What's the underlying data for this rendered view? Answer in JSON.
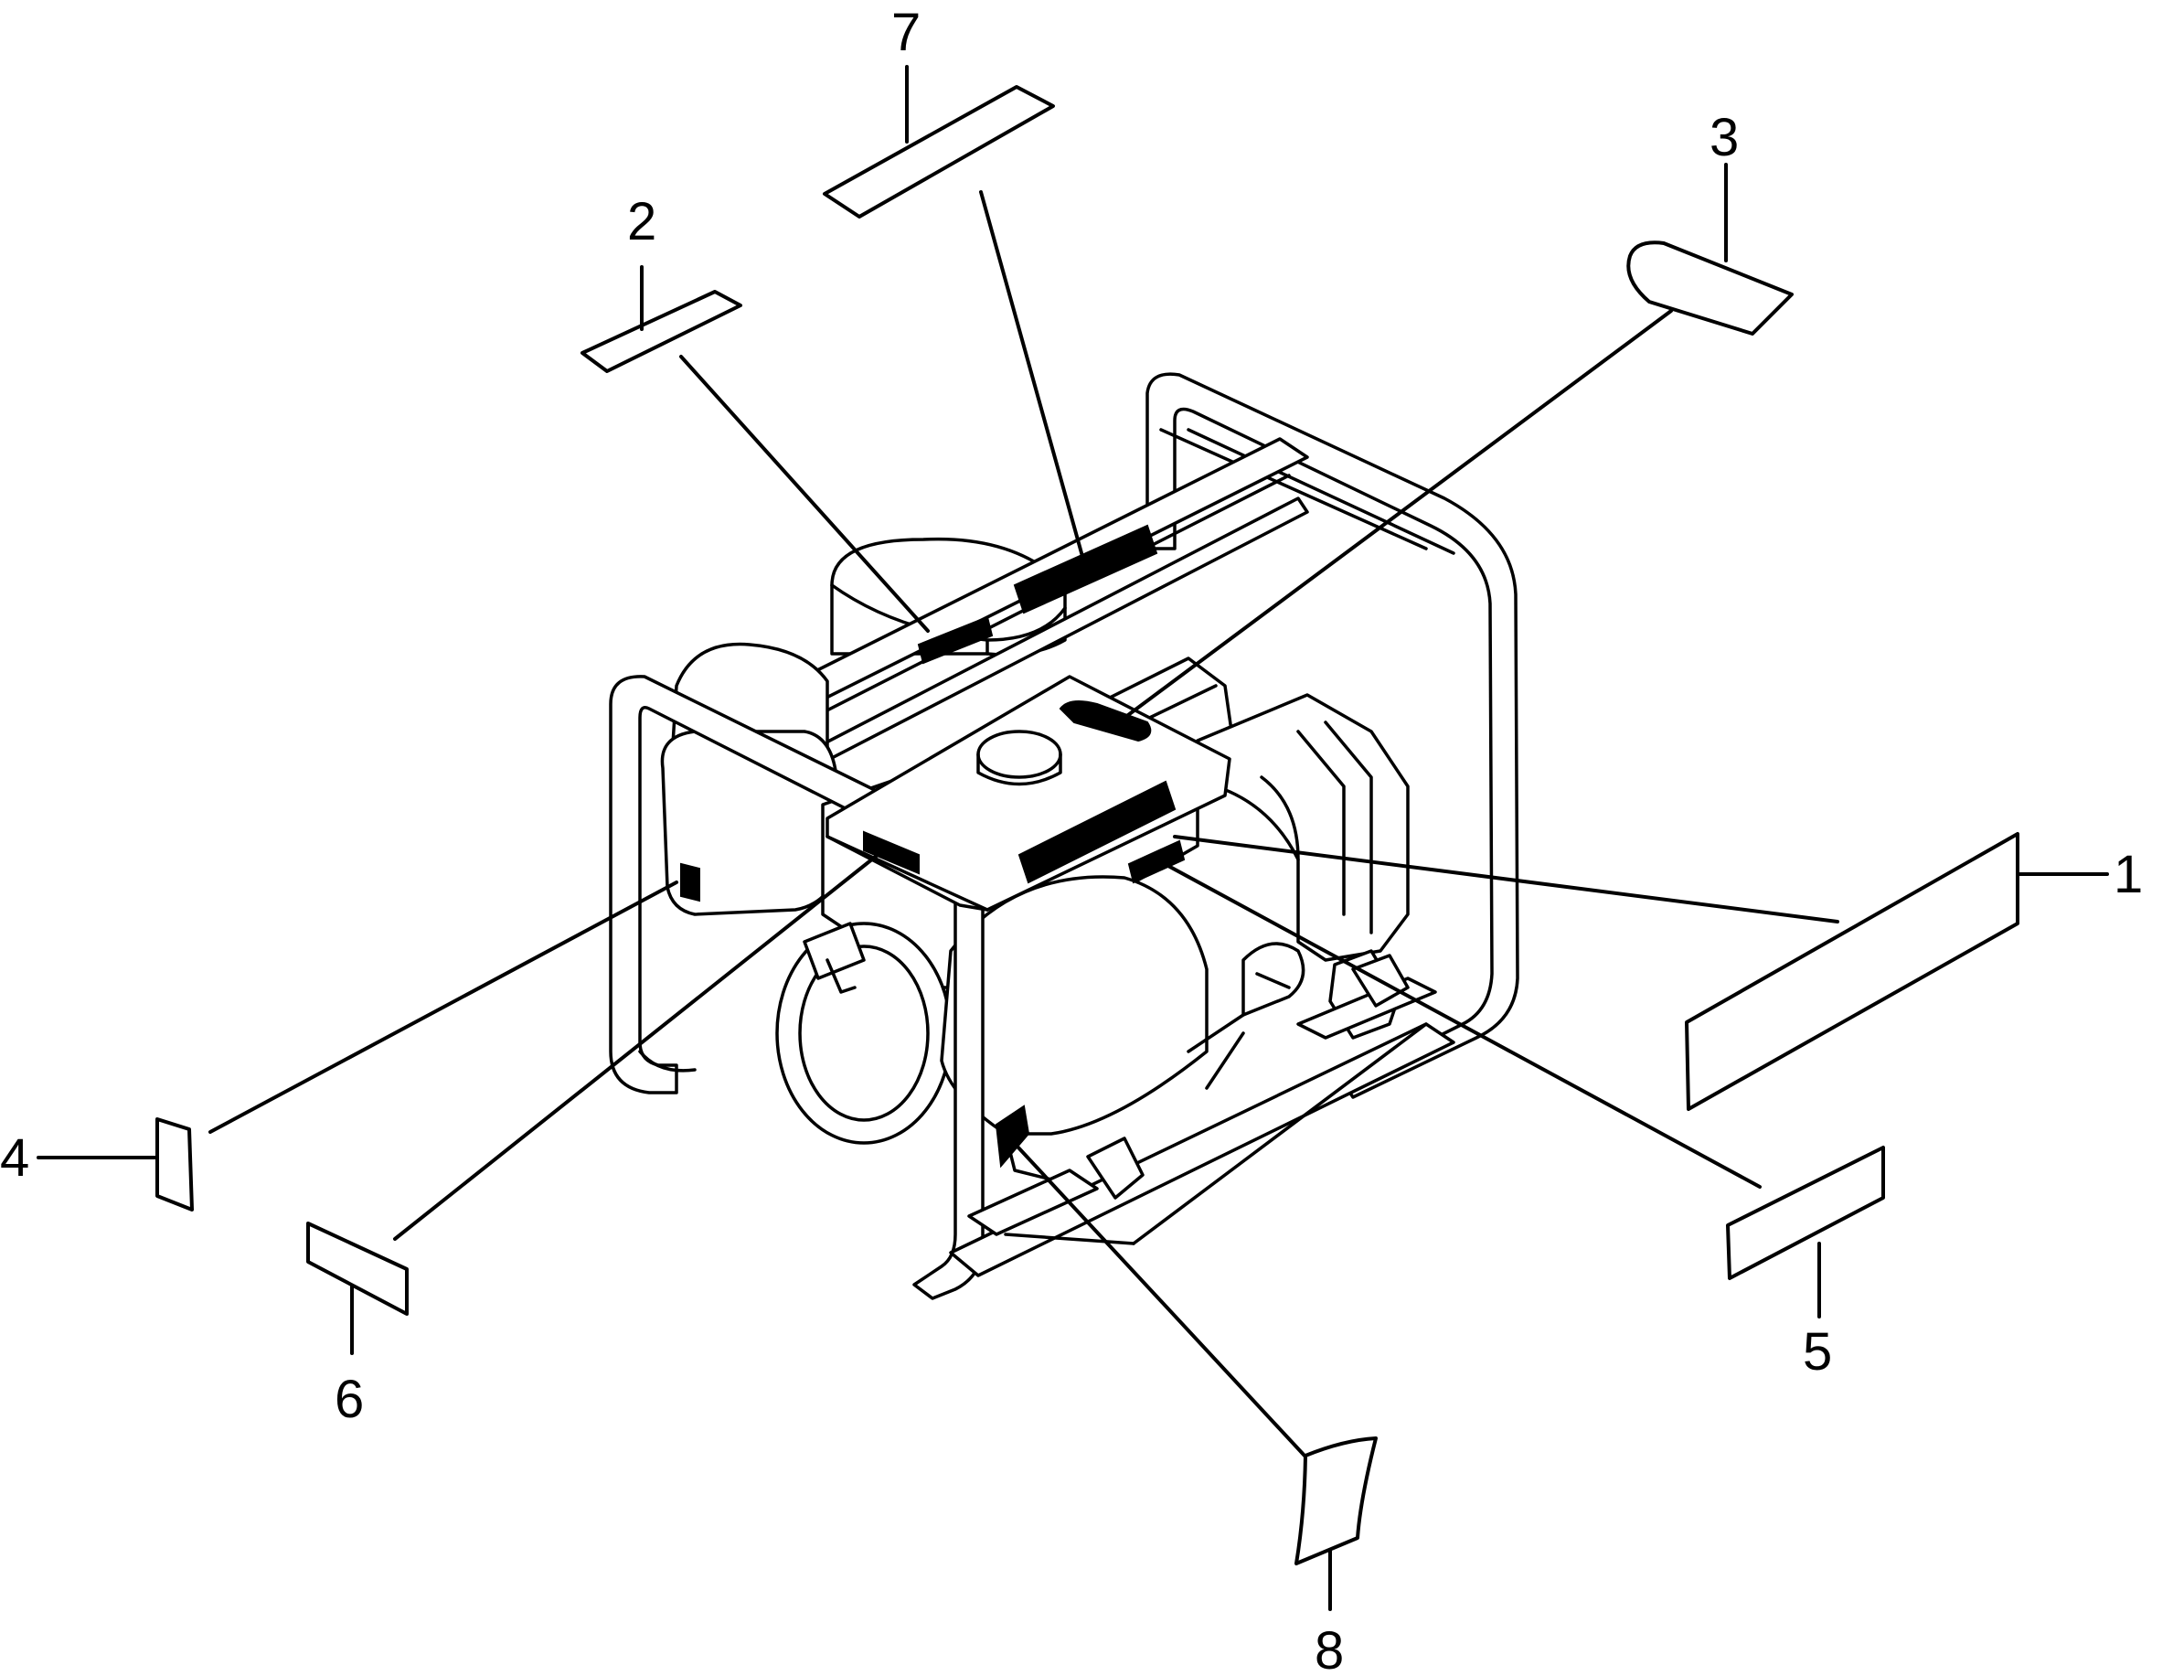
{
  "diagram": {
    "callouts": [
      {
        "id": "1",
        "text": "1"
      },
      {
        "id": "2",
        "text": "2"
      },
      {
        "id": "3",
        "text": "3"
      },
      {
        "id": "4",
        "text": "4"
      },
      {
        "id": "5",
        "text": "5"
      },
      {
        "id": "6",
        "text": "6"
      },
      {
        "id": "7",
        "text": "7"
      },
      {
        "id": "8",
        "text": "8"
      }
    ],
    "colors": {
      "ink": "#000000",
      "paper": "#ffffff"
    }
  }
}
